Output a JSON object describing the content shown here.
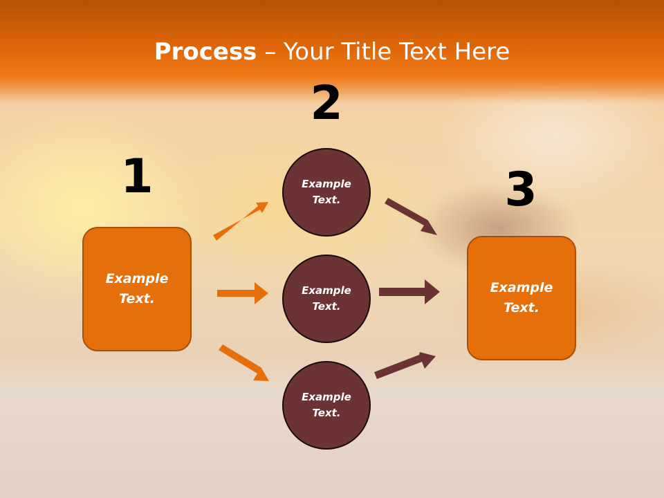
{
  "title": {
    "bold": "Process",
    "rest": " – Your Title Text Here"
  },
  "steps": [
    {
      "number": "1",
      "label": "Example Text."
    },
    {
      "number": "2",
      "items": [
        "Example Text.",
        "Example Text.",
        "Example Text."
      ]
    },
    {
      "number": "3",
      "label": "Example Text."
    }
  ],
  "colors": {
    "header_orange": "#e56b0a",
    "box_orange": "#e5700b",
    "circle_maroon": "#6b3333",
    "arrow_orange": "#e5700b",
    "arrow_maroon": "#6b3333"
  }
}
